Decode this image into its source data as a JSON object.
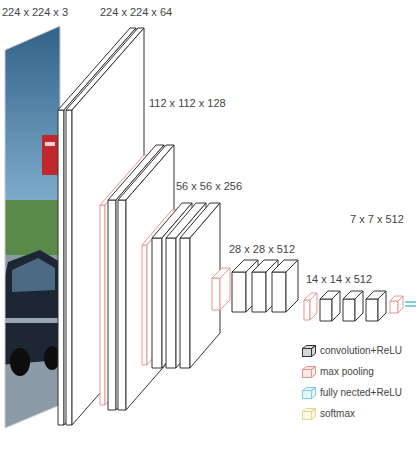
{
  "diagram": {
    "labels": [
      "224 x 224 x 3",
      "224 x 224 x 64",
      "112 x 112 x 128",
      "56 x 56 x 256",
      "28 x 28 x 512",
      "14 x 14 x 512",
      "7 x 7 x 512"
    ],
    "legend": [
      {
        "text": "convolution+ReLU",
        "color": "#333333"
      },
      {
        "text": "max pooling",
        "color": "#e8968c"
      },
      {
        "text": "fully nected+ReLU",
        "color": "#7ecfe6"
      },
      {
        "text": "softmax",
        "color": "#e6d68a"
      }
    ]
  }
}
